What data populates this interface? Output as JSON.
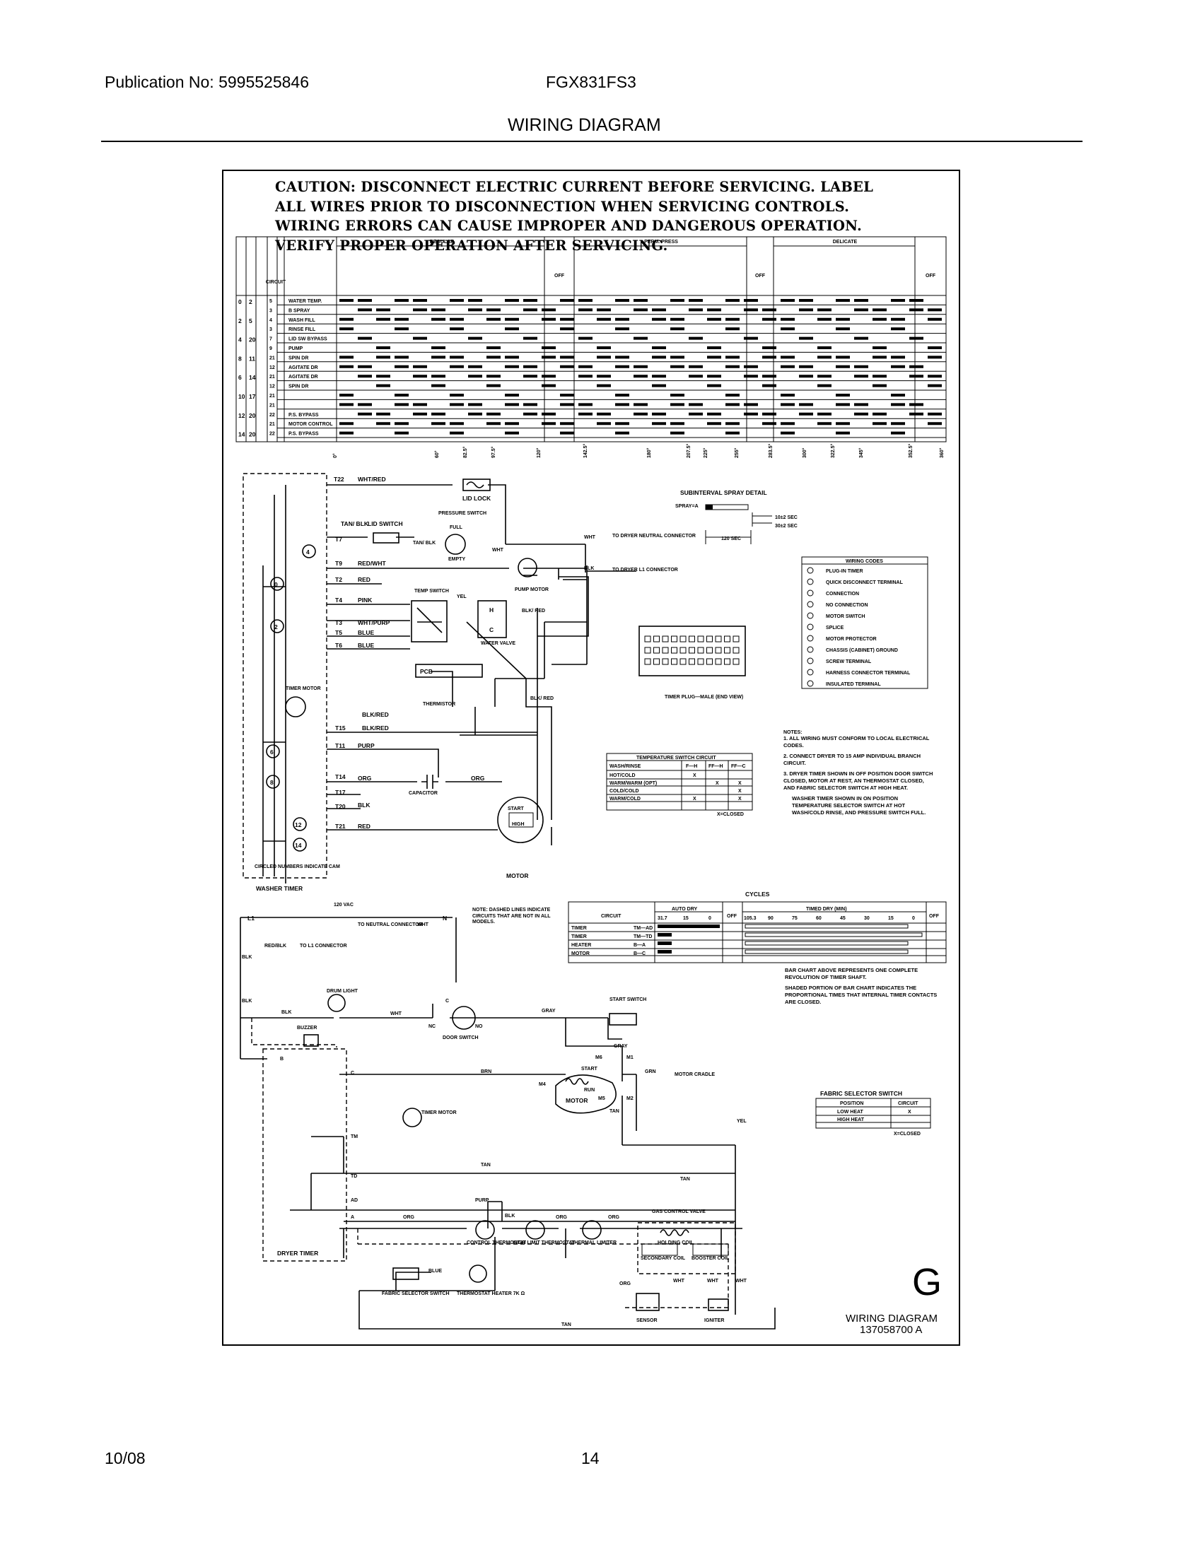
{
  "header": {
    "publication": "Publication No: 5995525846",
    "model": "FGX831FS3",
    "title": "WIRING DIAGRAM"
  },
  "caution": {
    "line1": "CAUTION: DISCONNECT ELECTRIC CURRENT BEFORE SERVICING. LABEL",
    "line2": "ALL WIRES PRIOR TO DISCONNECTION WHEN SERVICING CONTROLS.",
    "line3": "WIRING ERRORS CAN CAUSE IMPROPER AND DANGEROUS OPERATION.",
    "line4": "VERIFY PROPER OPERATION AFTER SERVICING."
  },
  "cycle_chart": {
    "circuit_header": "CIRCUIT",
    "groups": [
      "REGULAR",
      "PERM. PRESS",
      "DELICATE"
    ],
    "off_label": "OFF",
    "circuits": [
      "WATER TEMP.",
      "B SPRAY",
      "WASH FILL",
      "RINSE FILL",
      "LID SW BYPASS",
      "PUMP",
      "SPIN DR",
      "AGITATE DR",
      "AGITATE DR",
      "SPIN DR",
      "",
      "",
      "P.S. BYPASS",
      "MOTOR CONTROL",
      "P.S. BYPASS"
    ],
    "cam_pairs": [
      [
        "0",
        "2"
      ],
      [
        "2",
        "5"
      ],
      [
        "4",
        "20"
      ],
      [
        "8",
        "11"
      ],
      [
        "6",
        "14"
      ],
      [
        "10",
        "17"
      ],
      [
        "12",
        "20"
      ],
      [
        "14",
        "20"
      ]
    ],
    "terminals": [
      "5",
      "3",
      "4",
      "3",
      "7",
      "9",
      "21",
      "12",
      "21",
      "12",
      "21",
      "21",
      "22",
      "21",
      "22"
    ],
    "degree_marks": [
      "0°",
      "60°",
      "82.5°",
      "97.5°",
      "120°",
      "142.5°",
      "180°",
      "207.5°",
      "225°",
      "255°",
      "283.5°",
      "300°",
      "322.5°",
      "345°",
      "352.5°",
      "360°"
    ]
  },
  "washer": {
    "labels": {
      "t22": "T22",
      "wht_red": "WHT/RED",
      "lid_lock": "LID LOCK",
      "tan_blk": "TAN/ BLK",
      "lid_switch": "LID SWITCH",
      "t7": "T7",
      "pressure_switch": "PRESSURE SWITCH",
      "full": "FULL",
      "empty": "EMPTY",
      "tan_blk2": "TAN/ BLK",
      "wht": "WHT",
      "to_dryer_neutral": "TO DRYER NEUTRAL CONNECTOR",
      "t9": "T9",
      "red_wht": "RED/WHT",
      "pump_motor": "PUMP MOTOR",
      "blk": "BLK",
      "to_dryer_l1": "TO DRYER L1 CONNECTOR",
      "t2": "T2",
      "red": "RED",
      "temp_switch": "TEMP SWITCH",
      "yel": "YEL",
      "t4": "T4",
      "pink": "PINK",
      "blk_red": "BLK/ RED",
      "t3": "T3",
      "wht_purp": "WHT/PURP",
      "t5": "T5",
      "blue": "BLUE",
      "t6": "T6",
      "blue2": "BLUE",
      "water_valve": "WATER VALVE",
      "pcb": "PCB",
      "thermistor": "THERMISTOR",
      "timer_motor": "TIMER MOTOR",
      "blk_red2": "BLK/RED",
      "t15": "T15",
      "blk_red3": "BLK/RED",
      "t11": "T11",
      "purp": "PURP",
      "t14": "T14",
      "org": "ORG",
      "capacitor": "CAPACITOR",
      "org2": "ORG",
      "t17": "T17",
      "blk2": "BLK",
      "t20": "T20",
      "start": "START",
      "high": "HIGH",
      "t21": "T21",
      "red2": "RED",
      "motor": "MOTOR",
      "circled_numbers": "CIRCLED NUMBERS INDICATE CAM",
      "washer_timer": "WASHER TIMER",
      "cams": [
        "4",
        "0",
        "2",
        "6",
        "8",
        "12",
        "14"
      ]
    }
  },
  "spray_detail": {
    "title": "SUBINTERVAL SPRAY DETAIL",
    "spray_label": "SPRAY=A",
    "on_time": "10±2 SEC",
    "off_time": "30±2 SEC",
    "period": "120 SEC"
  },
  "timer_plug": {
    "label": "TIMER PLUG—MALE (END VIEW)"
  },
  "wiring_codes": {
    "title": "WIRING CODES",
    "items": [
      "PLUG-IN TIMER",
      "QUICK DISCONNECT TERMINAL",
      "CONNECTION",
      "NO CONNECTION",
      "MOTOR SWITCH",
      "SPLICE",
      "MOTOR PROTECTOR",
      "CHASSIS (CABINET) GROUND",
      "SCREW TERMINAL",
      "HARNESS CONNECTOR TERMINAL",
      "INSULATED TERMINAL"
    ]
  },
  "temp_switch_table": {
    "title": "TEMPERATURE SWITCH CIRCUIT",
    "headers": [
      "WASH/RINSE",
      "F—H",
      "FF—H",
      "FF—C"
    ],
    "rows": [
      [
        "HOT/COLD",
        "X",
        "",
        ""
      ],
      [
        "WARM/WARM (OPT)",
        "",
        "X",
        "X"
      ],
      [
        "COLD/COLD",
        "",
        "",
        "X"
      ],
      [
        "WARM/COLD",
        "X",
        "",
        "X"
      ]
    ],
    "note": "X=CLOSED"
  },
  "notes": {
    "title": "NOTES:",
    "n1": "1. ALL WIRING MUST CONFORM TO LOCAL ELECTRICAL CODES.",
    "n2": "2. CONNECT DRYER TO 15 AMP INDIVIDUAL BRANCH CIRCUIT.",
    "n3": "3. DRYER TIMER SHOWN IN OFF POSITION DOOR SWITCH CLOSED, MOTOR AT REST, AN THERMOSTAT CLOSED, AND FABRIC SELECTOR SWITCH AT HIGH HEAT.",
    "n4": "WASHER TIMER SHOWN IN ON POSITION TEMPERATURE SELECTOR SWITCH AT HOT WASH/COLD RINSE, AND PRESSURE SWITCH FULL."
  },
  "dryer_cycles": {
    "title": "CYCLES",
    "circuit_header": "CIRCUIT",
    "auto_dry": "AUTO DRY",
    "timed_dry": "TIMED DRY (MIN)",
    "off": "OFF",
    "auto_ticks": [
      "31.7",
      "15",
      "0"
    ],
    "timed_ticks": [
      "105.3",
      "90",
      "75",
      "60",
      "45",
      "30",
      "15",
      "0"
    ],
    "rows": [
      [
        "TIMER",
        "TM—AD"
      ],
      [
        "TIMER",
        "TM—TD"
      ],
      [
        "HEATER",
        "B—A"
      ],
      [
        "MOTOR",
        "B—C"
      ]
    ],
    "bar_note": "BAR CHART ABOVE REPRESENTS ONE COMPLETE REVOLUTION OF TIMER SHAFT.",
    "shade_note": "SHADED PORTION OF BAR CHART INDICATES THE PROPORTIONAL TIMES THAT INTERNAL TIMER CONTACTS ARE CLOSED."
  },
  "dryer": {
    "labels": {
      "vac": "120 VAC",
      "l1": "L1",
      "n": "N",
      "to_neutral": "TO NEUTRAL CONNECTOR",
      "wht": "WHT",
      "red_blk": "RED/BLK",
      "to_l1": "TO L1 CONNECTOR",
      "blk": "BLK",
      "note": "NOTE: DASHED LINES INDICATE CIRCUITS THAT ARE NOT IN ALL MODELS.",
      "drum_light": "DRUM LIGHT",
      "buzzer": "BUZZER",
      "blk2": "BLK",
      "wht2": "WHT",
      "gray": "GRAY",
      "door_switch": "DOOR SWITCH",
      "nc": "NC",
      "no": "NO",
      "c": "C",
      "start_switch": "START SWITCH",
      "gray2": "GRAY",
      "brn": "BRN",
      "start": "START",
      "run": "RUN",
      "motor": "MOTOR",
      "grn": "GRN",
      "motor_cradle": "MOTOR CRADLE",
      "tan": "TAN",
      "timer_motor": "TIMER MOTOR",
      "yel": "YEL",
      "tan2": "TAN",
      "tan3": "TAN",
      "purp": "PURP",
      "org": "ORG",
      "org2": "ORG",
      "org3": "ORG",
      "blk3": "BLK",
      "control_thermostat": "CONTROL THERMOSTAT",
      "high_limit": "HIGH LIMIT THERMOSTAT",
      "thermal_limiter": "THERMAL LIMITER",
      "gas_valve": "GAS CONTROL VALVE",
      "holding_coil": "HOLDING COIL",
      "secondary_coil": "SECONDARY COIL",
      "booster_coil": "BOOSTER COIL",
      "dryer_timer": "DRYER TIMER",
      "fabric_selector": "FABRIC SELECTOR SWITCH",
      "blue": "BLUE",
      "thermostat_heater": "THERMOSTAT HEATER 7K Ω",
      "sensor": "SENSOR",
      "igniter": "IGNITER",
      "tan4": "TAN",
      "wht3": "WHT",
      "wht4": "WHT",
      "wht5": "WHT",
      "org4": "ORG",
      "m1": "M1",
      "m2": "M2",
      "m4": "M4",
      "m5": "M5",
      "m6": "M6",
      "b": "B",
      "c2": "C",
      "tm": "TM",
      "td": "TD",
      "ad": "AD",
      "a": "A"
    }
  },
  "fabric_table": {
    "title": "FABRIC SELECTOR SWITCH",
    "headers": [
      "POSITION",
      "CIRCUIT"
    ],
    "rows": [
      [
        "LOW HEAT",
        "X"
      ],
      [
        "HIGH HEAT",
        ""
      ]
    ],
    "note": "X=CLOSED"
  },
  "stamp": {
    "letter": "G",
    "label": "WIRING DIAGRAM",
    "number": "137058700 A"
  },
  "footer": {
    "date": "10/08",
    "page": "14"
  }
}
